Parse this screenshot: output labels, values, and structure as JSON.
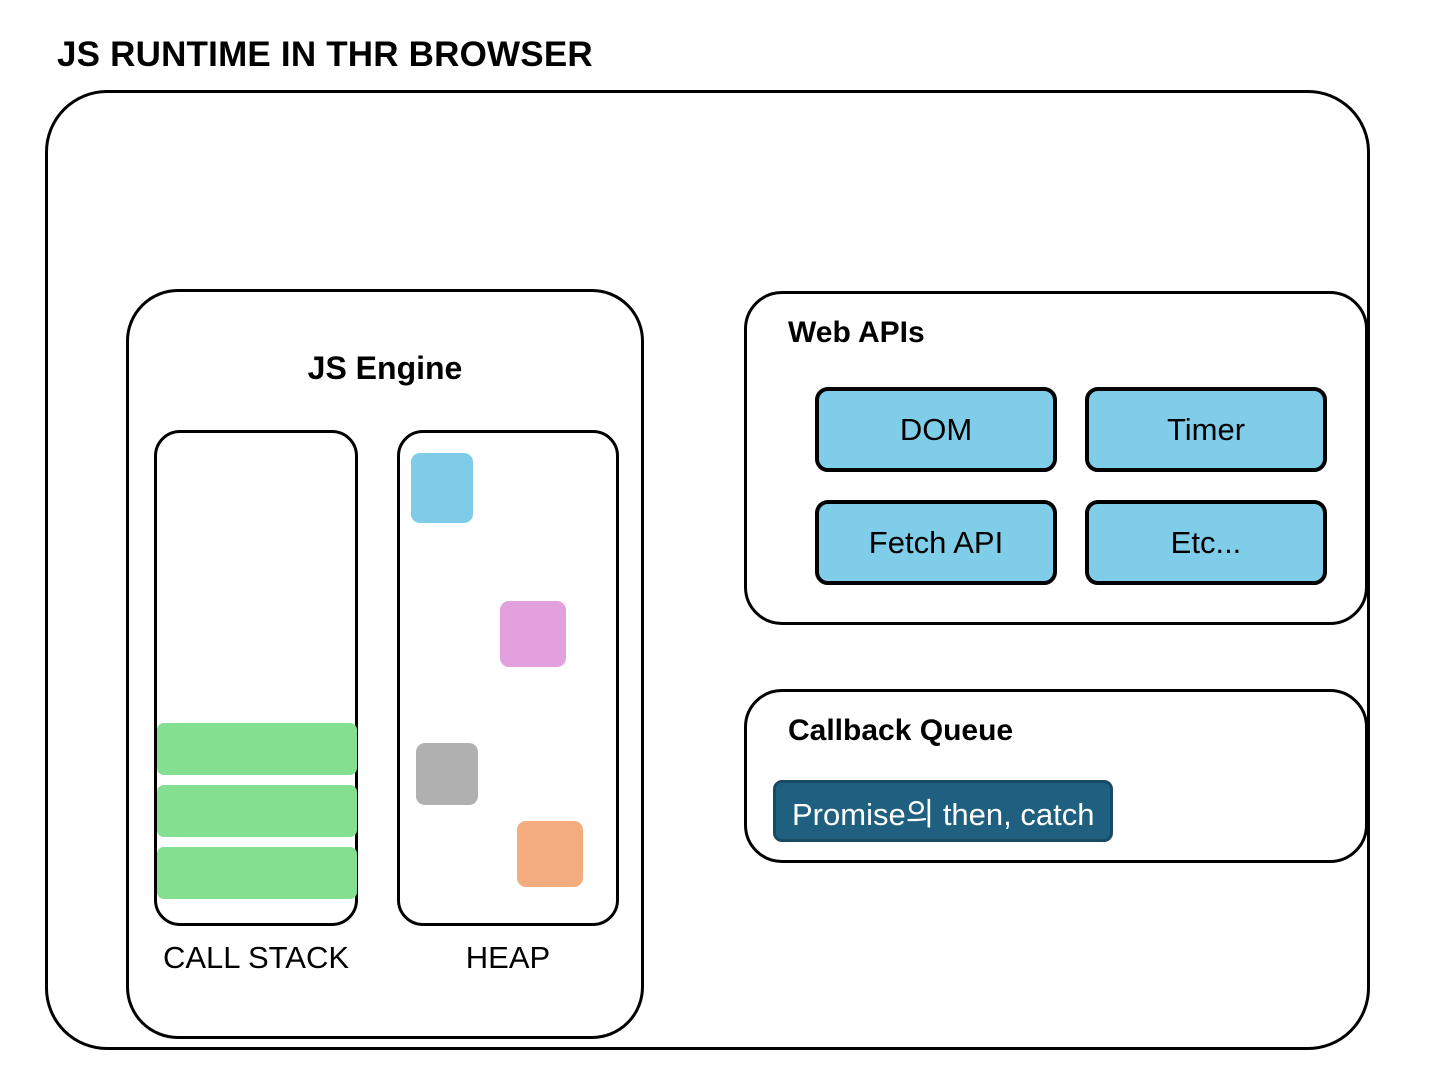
{
  "page": {
    "title": "JS RUNTIME IN THR BROWSER"
  },
  "colors": {
    "outline": "#000000",
    "background": "#ffffff",
    "web_api_chip": "#7fcde8",
    "heap_blue": "#7fcce8",
    "heap_pink": "#e2a0dc",
    "heap_gray": "#b0b0b0",
    "heap_orange": "#f3ac7d",
    "stack_frame_green": "#84df91",
    "queue_item_fill": "#1f5f80",
    "queue_item_border": "#174a64",
    "queue_item_text": "#ffffff"
  },
  "runtime": {
    "js_engine": {
      "title": "JS Engine",
      "call_stack": {
        "label": "CALL STACK",
        "frames": [
          {
            "name": "stack-frame-top",
            "color": "#84df91"
          },
          {
            "name": "stack-frame-middle",
            "color": "#84df91"
          },
          {
            "name": "stack-frame-bottom",
            "color": "#84df91"
          }
        ]
      },
      "heap": {
        "label": "HEAP",
        "objects": [
          {
            "name": "heap-object-blue",
            "color": "#7fcce8"
          },
          {
            "name": "heap-object-pink",
            "color": "#e2a0dc"
          },
          {
            "name": "heap-object-gray",
            "color": "#b0b0b0"
          },
          {
            "name": "heap-object-orange",
            "color": "#f3ac7d"
          }
        ]
      }
    },
    "web_apis": {
      "title": "Web APIs",
      "items": [
        {
          "label": "DOM",
          "color": "#7fcde8"
        },
        {
          "label": "Timer",
          "color": "#7fcde8"
        },
        {
          "label": "Fetch API",
          "color": "#7fcde8"
        },
        {
          "label": "Etc...",
          "color": "#7fcde8"
        }
      ]
    },
    "callback_queue": {
      "title": "Callback Queue",
      "items": [
        {
          "label": "Promise의 then, catch",
          "color": "#1f5f80"
        }
      ]
    }
  }
}
